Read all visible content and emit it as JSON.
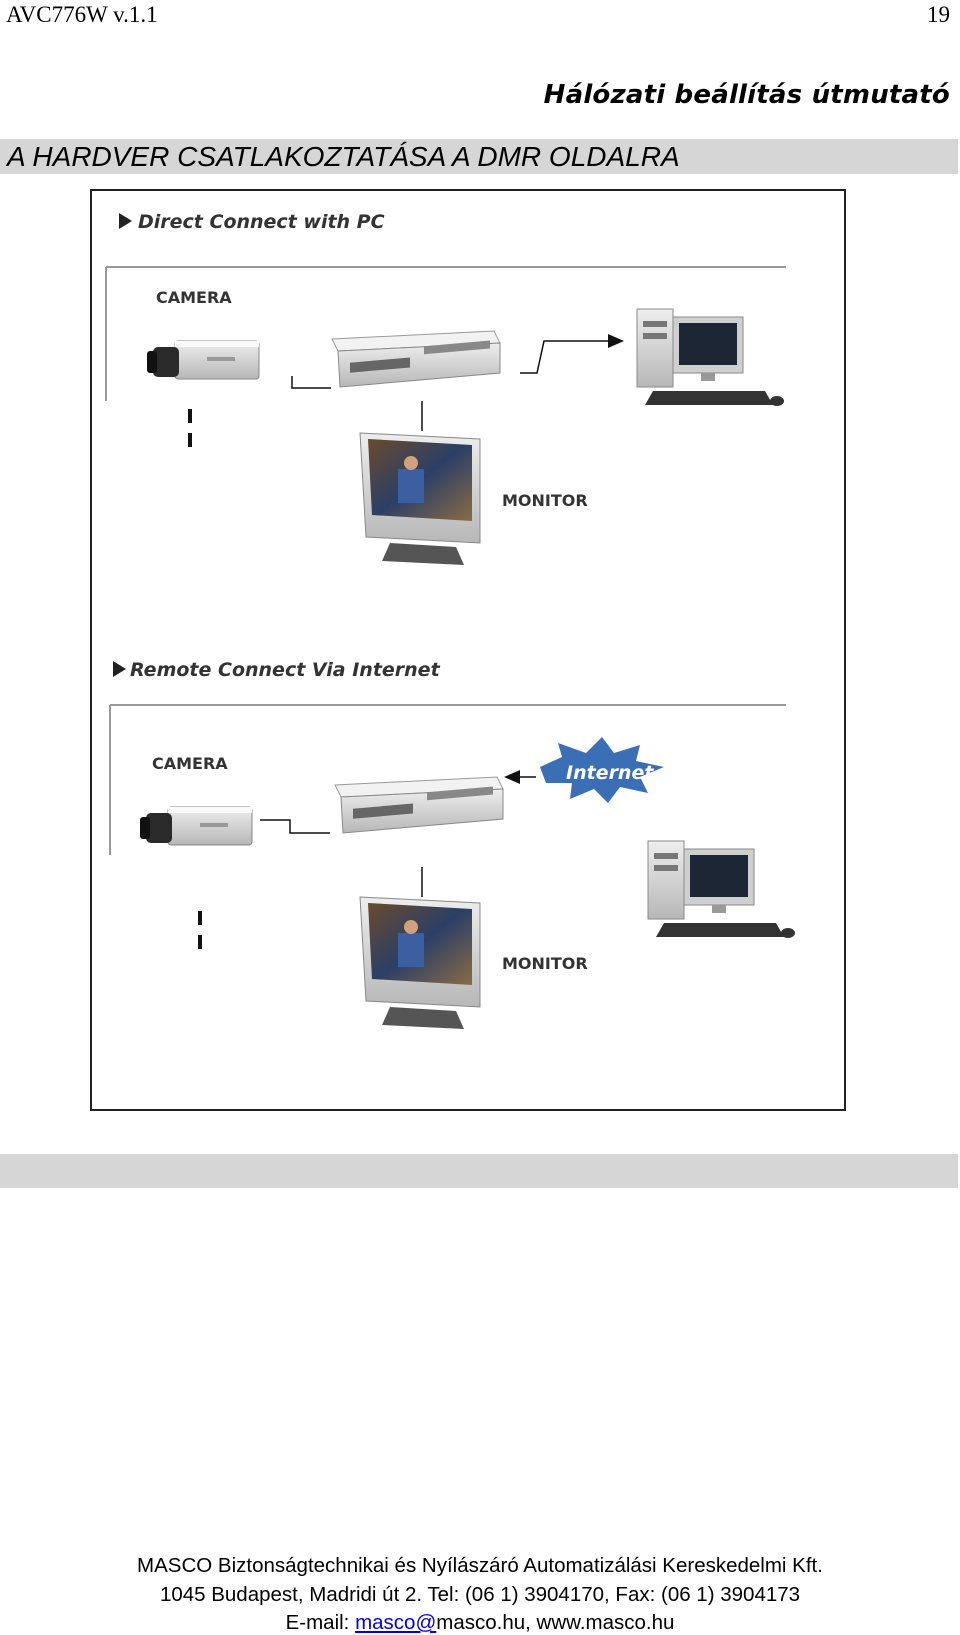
{
  "header": {
    "doc_id": "AVC776W v.1.1",
    "page_number": "19",
    "guide_title": "Hálózati beállítás útmutató"
  },
  "section": {
    "title": "A HARDVER CSATLAKOZTATÁSA A DMR OLDALRA"
  },
  "figure": {
    "direct": {
      "heading": "Direct Connect with PC",
      "camera_label": "CAMERA",
      "monitor_label": "MONITOR"
    },
    "remote": {
      "heading": "Remote Connect Via Internet",
      "camera_label": "CAMERA",
      "internet_label": "Internet",
      "monitor_label": "MONITOR"
    }
  },
  "footer": {
    "company": "MASCO Biztonságtechnikai és Nyílászáró Automatizálási Kereskedelmi Kft.",
    "address": "1045 Budapest, Madridi út 2.  Tel: (06 1) 3904170, Fax: (06 1) 3904173",
    "email_prefix": "E-mail: ",
    "email_link": "masco@",
    "email_rest": "masco.hu, www.masco.hu"
  },
  "colors": {
    "section_bar": "#d6d6d6",
    "internet_cloud": "#3a6fb5",
    "link": "#0000ee"
  }
}
